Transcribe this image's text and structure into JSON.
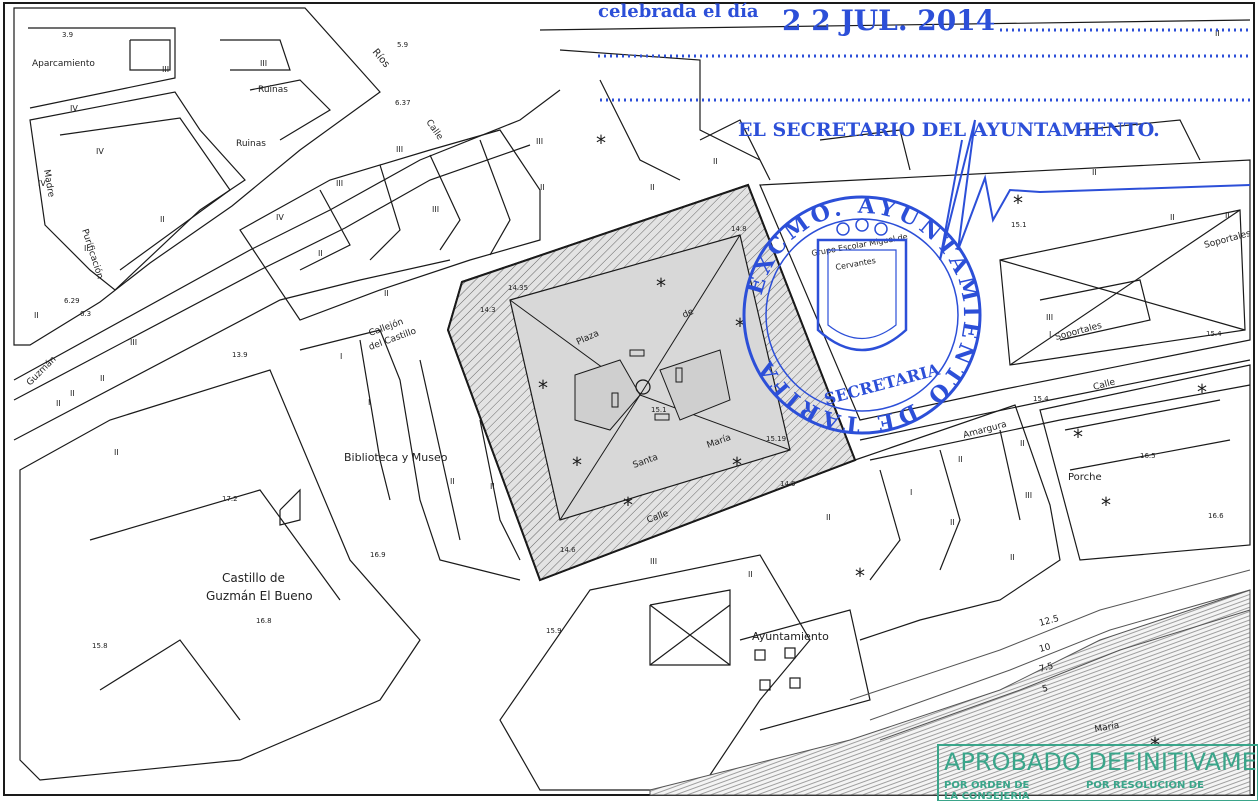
{
  "stamp_header": {
    "celebrada": "celebrada el día",
    "date": "2 2  JUL. 2014",
    "secretario": "EL SECRETARIO DEL AYUNTAMIENTO."
  },
  "seal": {
    "ring_text": "EXCMO. AYUNTAMIENTO DE TARIFA",
    "inner_text": "SECRETARIA"
  },
  "approval_stamp": {
    "title": "APROBADO DEFINITIVAMENTE",
    "col1_line1": "POR ORDEN DE",
    "col1_line2": "LA CONSEJERIA",
    "col2_line1": "POR RESOLUCION DE"
  },
  "labels": {
    "aparcamiento": "Aparcamiento",
    "ruinas1": "Ruinas",
    "ruinas2": "Ruinas",
    "rios": "Ríos",
    "calle_short": "Calle",
    "madre": "Madre",
    "purificacion": "Purificación",
    "guzman": "Guzmán",
    "callejon": "Callejón",
    "del_castillo": "del Castillo",
    "biblioteca": "Biblioteca y Museo",
    "castillo1": "Castillo de",
    "castillo2": "Guzmán El Bueno",
    "plaza": "Plaza",
    "de": "de",
    "santa": "Santa",
    "maria": "María",
    "calle_plaza": "Calle",
    "grupo1": "Grupo Escolar Miguel de",
    "grupo2": "Cervantes",
    "soportales": "Soportales",
    "soportales2": "Soportales",
    "amargura": "Amargura",
    "calle_amargura": "Calle",
    "porche": "Porche",
    "ayuntamiento": "Ayuntamiento",
    "maria_river": "María"
  },
  "elevations": {
    "e39": "3.9",
    "e59": "5.9",
    "e637": "6.37",
    "e629": "6.29",
    "e63": "6.3",
    "e139": "13.9",
    "e1435": "14.35",
    "e143": "14.3",
    "e148": "14.8",
    "e151": "15.1",
    "e1519": "15.19",
    "e149": "14.9",
    "e146": "14.6",
    "e172": "17.2",
    "e169": "16.9",
    "e168": "16.8",
    "e158": "15.8",
    "e159": "15.9",
    "e154": "15.4",
    "e154b": "15.4",
    "e165": "16.5",
    "e166": "16.6",
    "e171": "15.1",
    "c125": "12.5",
    "c10": "10",
    "c75": "7.5",
    "c5": "5"
  },
  "roman": {
    "r1": "III",
    "r2": "IV",
    "r3": "IV",
    "r4": "IV",
    "r5": "II",
    "r6": "II",
    "r7": "III",
    "r8": "III",
    "r9": "IV",
    "r10": "II",
    "r11": "III",
    "r12": "II",
    "r13": "II",
    "r14": "III",
    "r15": "II",
    "r16": "II",
    "r17": "I",
    "r18": "II",
    "r19": "III",
    "r20": "II",
    "r21": "I",
    "r22": "II",
    "r23": "II",
    "r24": "III",
    "r25": "II",
    "r26": "II",
    "r27": "II",
    "r28": "I",
    "r29": "III",
    "r30": "II",
    "r31": "I",
    "r32": "II",
    "r33": "II",
    "r34": "III",
    "r35": "II",
    "r36": "II",
    "r37": "II",
    "r38": "III",
    "r39": "II",
    "r40": "II",
    "r41": "II",
    "r42": "II"
  },
  "colors": {
    "line": "#1a1a1a",
    "hatch": "#555555",
    "stamp_blue": "#2c4fd8",
    "stamp_green": "#3aa58a",
    "river": "#9a9a9a"
  }
}
